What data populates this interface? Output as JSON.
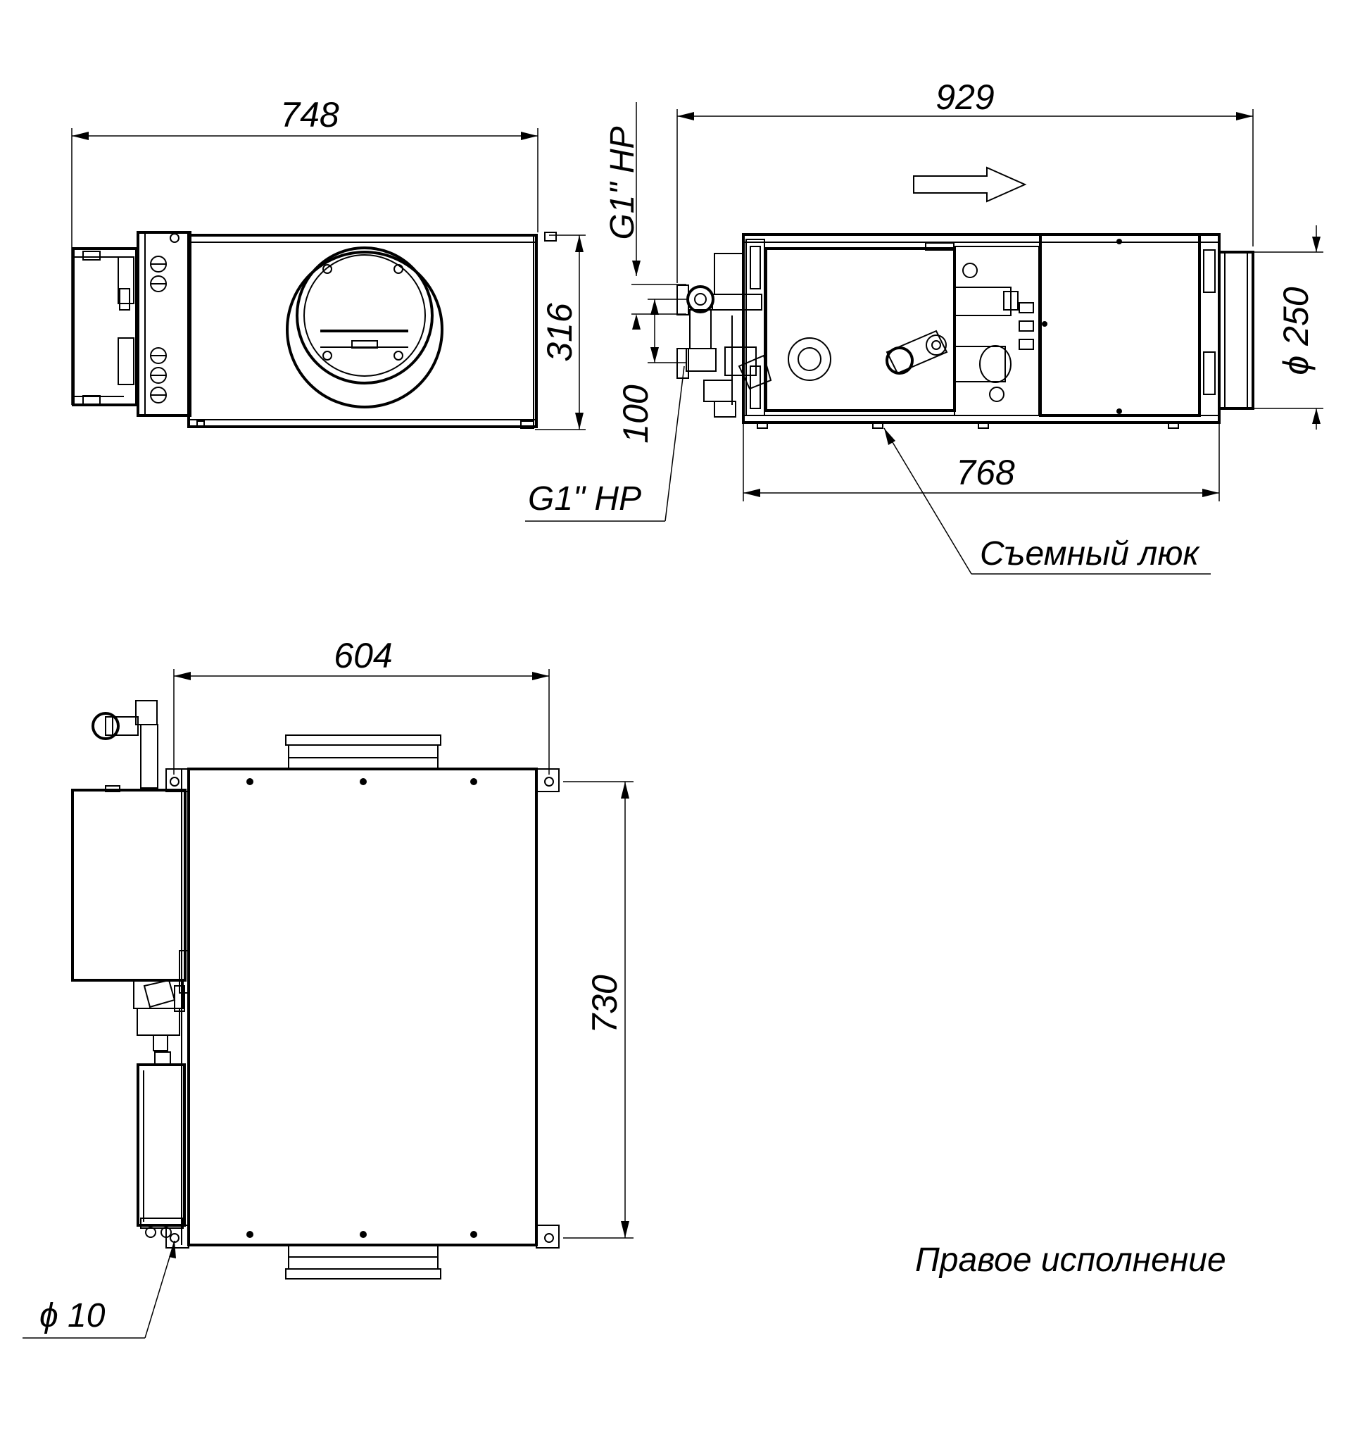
{
  "dimensions": {
    "top_view_width": "748",
    "side_view_length": "929",
    "top_view_height": "316",
    "pipe_label_top": "G1\" HP",
    "pipe_label_bottom": "G1\" HP",
    "pipe_spacing": "100",
    "duct_diameter": "ϕ 250",
    "base_length": "768",
    "plan_width": "604",
    "plan_length": "730",
    "hole_diameter": "ϕ 10"
  },
  "labels": {
    "removable_hatch": "Съемный люк",
    "variant": "Правое исполнение"
  },
  "colors": {
    "line": "#000000",
    "background": "#ffffff"
  }
}
